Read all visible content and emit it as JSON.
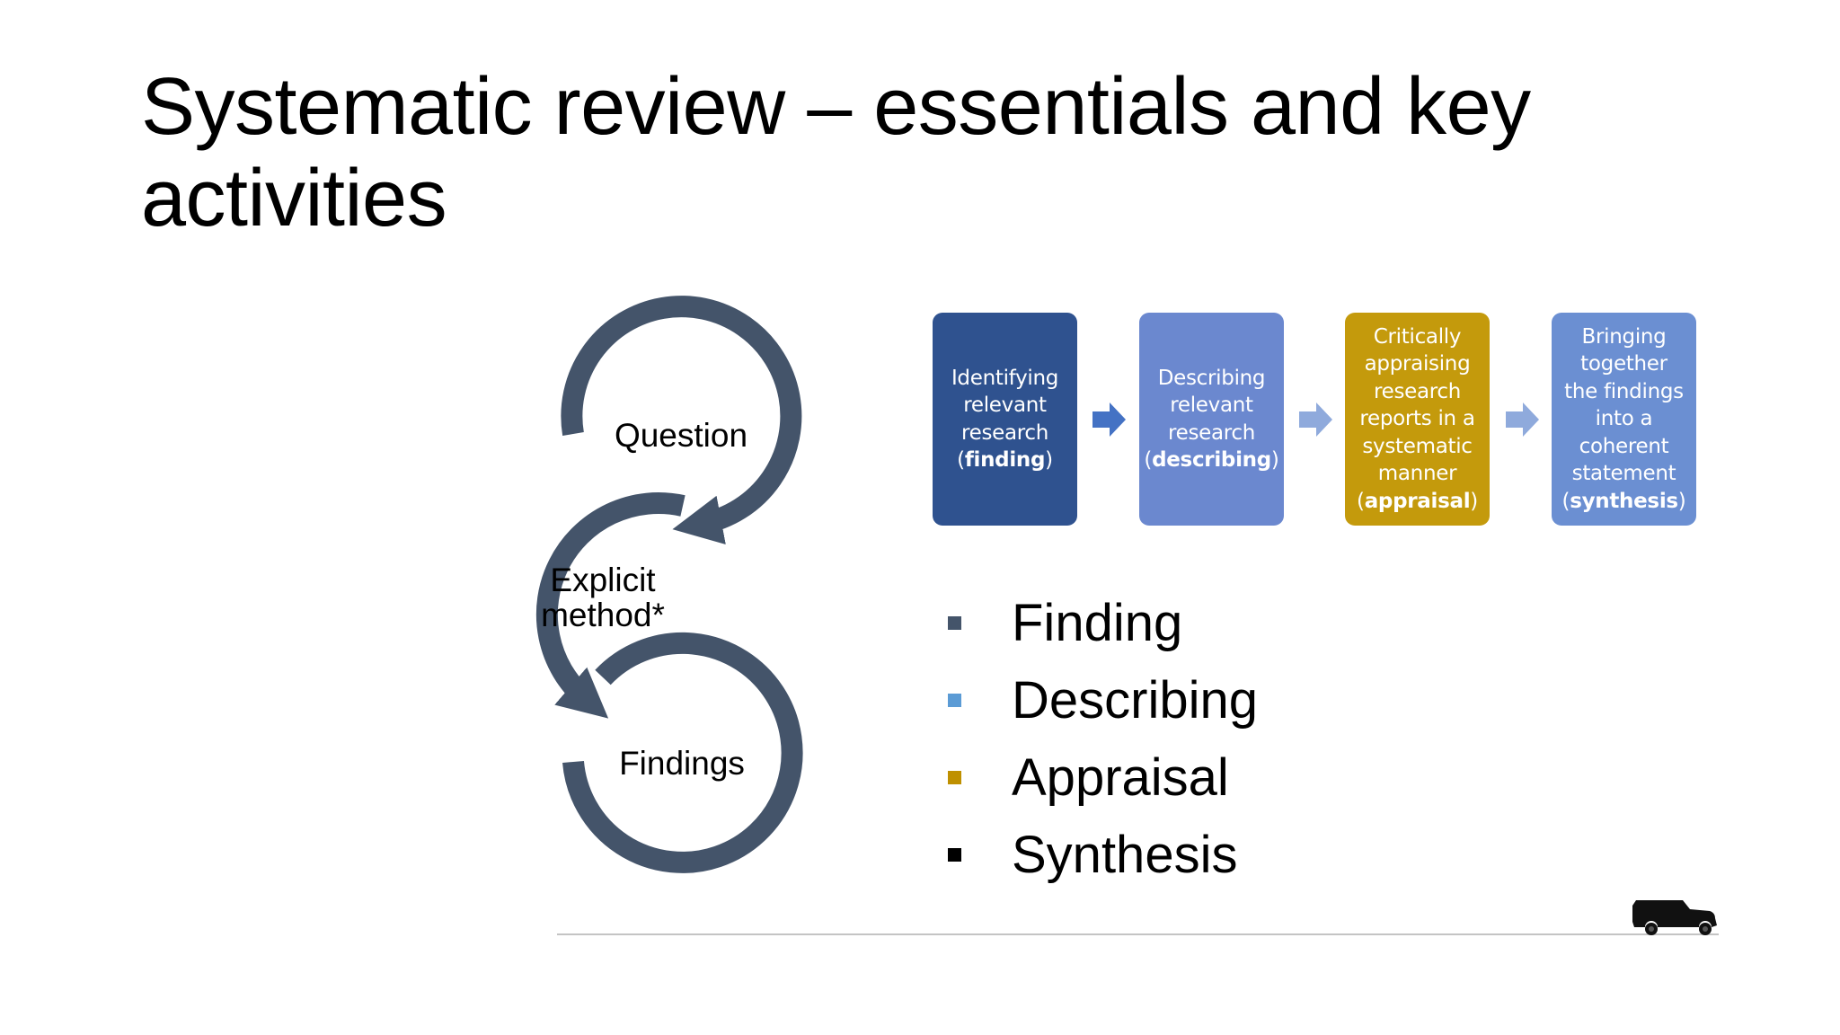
{
  "slide": {
    "title": "Systematic review – essentials and key activities"
  },
  "cycle": {
    "labels": {
      "question": "Question",
      "method_line1": "Explicit",
      "method_line2": "method*",
      "findings": "Findings"
    },
    "arc_color": "#44546a"
  },
  "process": {
    "steps": [
      {
        "lines": [
          "Identifying",
          "relevant",
          "research"
        ],
        "keyword": "finding",
        "color": "#2f528f"
      },
      {
        "lines": [
          "Describing",
          "relevant",
          "research"
        ],
        "keyword": "describing",
        "color": "#6b88cf"
      },
      {
        "lines": [
          "Critically",
          "appraising",
          "research",
          "reports in a",
          "systematic",
          "manner"
        ],
        "keyword": "appraisal",
        "color": "#c49a0c"
      },
      {
        "lines": [
          "Bringing",
          "together",
          "the findings",
          "into a",
          "coherent",
          "statement"
        ],
        "keyword": "synthesis",
        "color": "#6b8fd2"
      }
    ],
    "arrow_colors": [
      "#4472c4",
      "#8faadc",
      "#8faadc"
    ]
  },
  "bullets": {
    "items": [
      {
        "label": "Finding",
        "color": "#44546a"
      },
      {
        "label": "Describing",
        "color": "#5b9bd5"
      },
      {
        "label": "Appraisal",
        "color": "#bf9000"
      },
      {
        "label": "Synthesis",
        "color": "#000000"
      }
    ]
  },
  "decor": {
    "icon": "car-icon",
    "line_color": "#c4c4c4"
  }
}
